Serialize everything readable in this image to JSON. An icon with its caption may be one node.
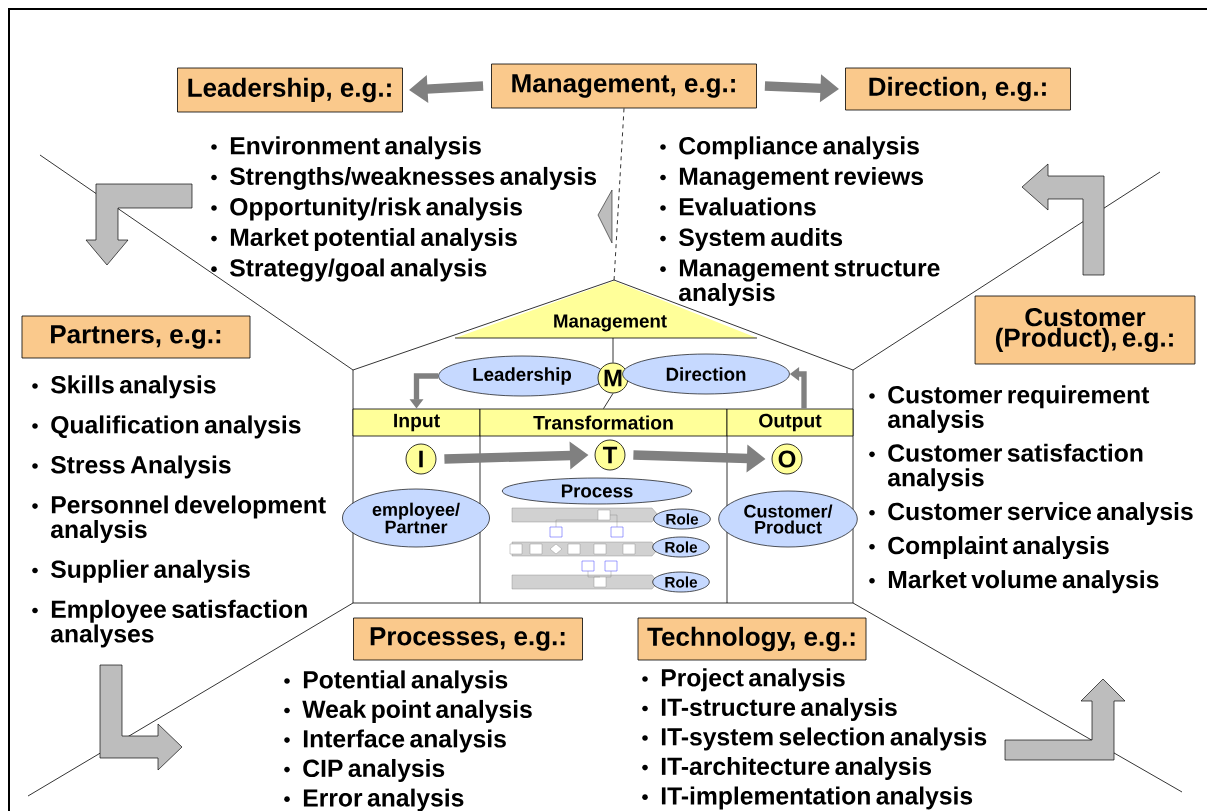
{
  "diagram": {
    "nodes": [
      {
        "text": [
          "Leadership, e.g.:"
        ],
        "beside": [
          "Environment analysis",
          "Strengths/weaknesses analysis",
          "Opportunity/risk analysis",
          "Market potential analysis",
          "Strategy/goal analysis"
        ]
      },
      {
        "text": [
          "Management, e.g.:"
        ]
      },
      {
        "text": [
          "Direction, e.g.:"
        ],
        "beside": [
          "Compliance analysis",
          "Management reviews",
          "Evaluations",
          "System audits",
          "Management structure analysis"
        ]
      },
      {
        "text": [
          "Partners, e.g.:"
        ],
        "beside": [
          "Skills analysis",
          "Qualification analysis",
          "Stress Analysis",
          "Personnel development analysis",
          "Supplier analysis",
          "Employee satisfaction analyses"
        ]
      },
      {
        "text": [
          "Customer (Product), e.g.:"
        ],
        "beside": [
          "Customer requirement analysis",
          "Customer satisfaction analysis",
          "Customer service analysis",
          "Complaint analysis",
          "Market volume analysis"
        ]
      },
      {
        "text": [
          "Processes, e.g.:"
        ],
        "beside": [
          "Potential analysis",
          "Weak point analysis",
          "Interface analysis",
          "CIP analysis",
          "Error analysis"
        ]
      },
      {
        "text": [
          "Technology, e.g.:"
        ],
        "beside": [
          "Project analysis",
          "IT-structure analysis",
          "IT-system selection analysis",
          "IT-architecture analysis",
          "IT-implementation analysis"
        ]
      },
      {
        "text": [
          "Management"
        ]
      },
      {
        "text": [
          "Leadership"
        ]
      },
      {
        "text": [
          "M"
        ]
      },
      {
        "text": [
          "Direction"
        ]
      },
      {
        "text": [
          "Input"
        ]
      },
      {
        "text": [
          "Transformation"
        ]
      },
      {
        "text": [
          "Output"
        ]
      },
      {
        "text": [
          "I"
        ]
      },
      {
        "text": [
          "T"
        ]
      },
      {
        "text": [
          "O"
        ]
      },
      {
        "text": [
          "Process"
        ]
      },
      {
        "text": [
          "employee/ Partner"
        ]
      },
      {
        "text": [
          "Role"
        ]
      },
      {
        "text": [
          "Role"
        ]
      },
      {
        "text": [
          "Role"
        ]
      },
      {
        "text": [
          "Customer/ Product"
        ]
      }
    ],
    "edges": [
      {
        "from": 1,
        "to": 0,
        "arrow": "to"
      },
      {
        "from": 1,
        "to": 2,
        "arrow": "to"
      },
      {
        "from": 1,
        "to": 7,
        "arrow": "none",
        "style": "dashed",
        "color": "#000000"
      },
      {
        "from": 7,
        "to": 9,
        "arrow": "none",
        "color": "#000000"
      },
      {
        "from": 9,
        "to": 12,
        "arrow": "none",
        "color": "#000000"
      },
      {
        "from": 14,
        "to": 15,
        "arrow": "to"
      },
      {
        "from": 15,
        "to": 16,
        "arrow": "to"
      },
      {
        "from": 8,
        "to": 11,
        "arrow": "to"
      },
      {
        "from": 13,
        "to": 10,
        "arrow": "to"
      }
    ]
  }
}
